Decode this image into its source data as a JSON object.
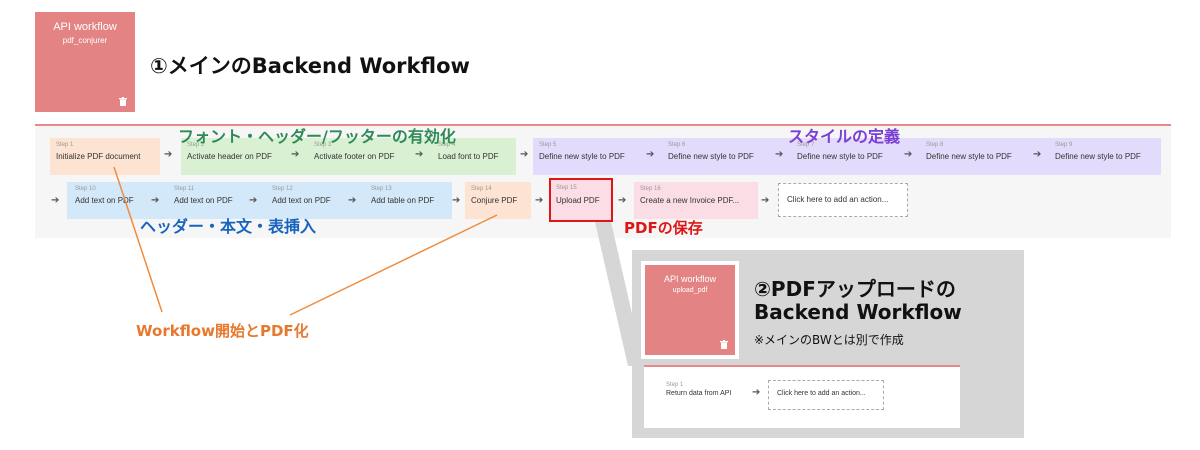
{
  "main_workflow": {
    "card_title": "API workflow",
    "card_subtitle": "pdf_conjurer",
    "heading": "①メインのBackend Workflow"
  },
  "row1_steps": [
    {
      "num": "Step 1",
      "label": "Initialize PDF document",
      "color": "orange"
    },
    {
      "num": "Step 2",
      "label": "Activate header on PDF",
      "color": "green"
    },
    {
      "num": "Step 3",
      "label": "Activate footer on PDF",
      "color": "green"
    },
    {
      "num": "Step 4",
      "label": "Load font to PDF",
      "color": "green"
    },
    {
      "num": "Step 5",
      "label": "Define new style to PDF",
      "color": "purple"
    },
    {
      "num": "Step 6",
      "label": "Define new style to PDF",
      "color": "purple"
    },
    {
      "num": "Step 7",
      "label": "Define new style to PDF",
      "color": "purple"
    },
    {
      "num": "Step 8",
      "label": "Define new style to PDF",
      "color": "purple"
    },
    {
      "num": "Step 9",
      "label": "Define new style to PDF",
      "color": "purple"
    }
  ],
  "row2_steps": [
    {
      "num": "Step 10",
      "label": "Add text on PDF",
      "color": "blue"
    },
    {
      "num": "Step 11",
      "label": "Add text on PDF",
      "color": "blue"
    },
    {
      "num": "Step 12",
      "label": "Add text on PDF",
      "color": "blue"
    },
    {
      "num": "Step 13",
      "label": "Add table on PDF",
      "color": "blue"
    },
    {
      "num": "Step 14",
      "label": "Conjure PDF",
      "color": "orange"
    },
    {
      "num": "Step 15",
      "label": "Upload PDF",
      "color": "pink"
    },
    {
      "num": "Step 16",
      "label": "Create a new Invoice PDF...",
      "color": "pink"
    }
  ],
  "add_action_label": "Click here to add an action...",
  "annotations": {
    "font_header": "フォント・ヘッダー/フッターの有効化",
    "style_def": "スタイルの定義",
    "insert_body": "ヘッダー・本文・表挿入",
    "save_pdf": "PDFの保存",
    "start_workflow": "Workflow開始とPDF化"
  },
  "upload_workflow": {
    "card_title": "API workflow",
    "card_subtitle": "upload_pdf",
    "heading_line1": "②PDFアップロードの",
    "heading_line2": "Backend Workflow",
    "note": "※メインのBWとは別で作成",
    "step_num": "Step 1",
    "step_label": "Return data from API",
    "add_action_label": "Click here to add an action..."
  },
  "colors": {
    "card": "#e38383",
    "accent_line": "#e88a8a",
    "highlight": "#e01515",
    "green_text": "#2e8b57",
    "purple_text": "#7b3fd6",
    "blue_text": "#1565c0",
    "red_text": "#e01515",
    "orange_text": "#e8782d"
  }
}
